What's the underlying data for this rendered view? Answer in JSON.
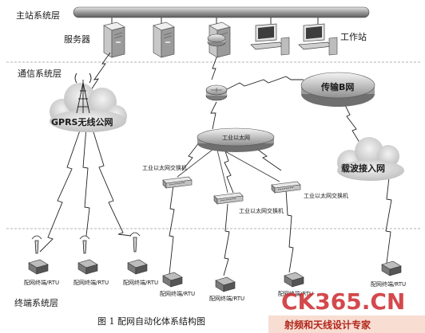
{
  "layers": {
    "master": "主站系统层",
    "comm": "通信系统层",
    "terminal": "终端系统层"
  },
  "labels": {
    "server": "服务器",
    "workstation": "工作站",
    "gprs": "GPRS无线公网",
    "ethernet": "工业以太网",
    "transport": "传输B网",
    "carrier": "载波接入网",
    "switch": "工业以太网交换机"
  },
  "rtu_label": "配网终端/RTU",
  "caption": "图 1    配网自动化体系结构图",
  "watermark": {
    "logo": "CK365.CN",
    "tagline": "射频和天线设计专家",
    "colors": {
      "c": "#d0282e",
      "k": "#1d62b8",
      "num": "#d0282e",
      "cn": "#1d62b8"
    }
  }
}
